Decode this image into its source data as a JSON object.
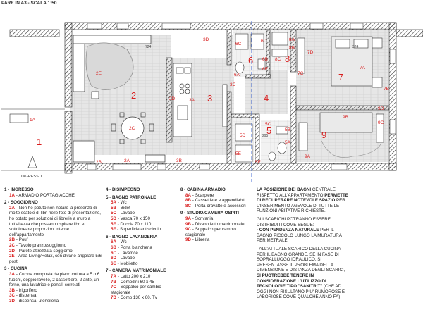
{
  "header": "PARE IN A3 - SCALA 1:50",
  "rooms": {
    "r1": "1",
    "r2": "2",
    "r3": "3",
    "r4": "4",
    "r5": "5",
    "r6": "6",
    "r7": "7",
    "r8": "8",
    "r9": "9"
  },
  "codes": {
    "1A": "1A",
    "2A": "2A",
    "2B": "2B",
    "2C": "2C",
    "2D": "2D",
    "2E": "2E",
    "3A": "3A",
    "3B": "3B",
    "3C": "3C",
    "3D": "3D",
    "5A": "5A",
    "5B": "5B",
    "5C": "5C",
    "5D": "5D",
    "5E": "5E",
    "5F": "5F",
    "6A": "6A",
    "6B": "6B",
    "6C": "6C",
    "6D": "6D",
    "6E": "6E",
    "7A": "7A",
    "7B": "7B",
    "7C": "7C",
    "7D": "7D",
    "8A": "8A",
    "8B": "8B",
    "8C": "8C",
    "9A": "9A",
    "9B": "9B",
    "9C": "9C",
    "9D": "9D"
  },
  "dims": {
    "d1": "724",
    "d2": "324",
    "d3": "295"
  },
  "ingresso_label": "INGRESSO",
  "legend": {
    "col1": [
      {
        "title": "1 - INGRESSO",
        "items": [
          {
            "code": "1A",
            "text": "- ARMADIO PORTAGIACCHE"
          }
        ]
      },
      {
        "title": "2 - SOGGIORNO",
        "items": [
          {
            "code": "2A",
            "text": "- Non ho potuto non notare la presenza di molte scatole di libri nelle foto di presentazione, ho optato per soluzioni di librerie a muro a tutt'altezza che possano ospitare libri e sottolineare proporzioni interne dell'appartamento"
          },
          {
            "code": "2B",
            "text": "- Pouf"
          },
          {
            "code": "2C",
            "text": "- Tavolo pranzo/soggiorno"
          },
          {
            "code": "2D",
            "text": "- Parete attrezzata soggiorno"
          },
          {
            "code": "2E",
            "text": "- Area Living/Relax, con divano angolare 5/6 posti"
          }
        ]
      },
      {
        "title": "3 - CUCINA",
        "items": [
          {
            "code": "3A",
            "text": "- Cucina composta da piano cottura a 5 o 6 fuochi, doppio lavello, 2 cassettiere, 2 ante, un forno, una lavatrice e pensili correlati"
          },
          {
            "code": "3B",
            "text": "- frigorifero"
          },
          {
            "code": "3C",
            "text": "- dispensa"
          },
          {
            "code": "3D",
            "text": "- dispensa, utensileria"
          }
        ]
      }
    ],
    "col2": [
      {
        "title": "4 - DISIMPEGNO",
        "items": []
      },
      {
        "title": "5 - BAGNO PATRONALE",
        "items": [
          {
            "code": "5A",
            "text": "- Wc"
          },
          {
            "code": "5B",
            "text": "- Bidet"
          },
          {
            "code": "5C",
            "text": "- Lavabo"
          },
          {
            "code": "5D",
            "text": "- Vasca 70 x 150"
          },
          {
            "code": "5E",
            "text": "- Doccia 70 x 110"
          },
          {
            "code": "5F",
            "text": "- Superficie antiscivolo"
          }
        ]
      },
      {
        "title": "6 - BAGNO LAVANDERIA",
        "items": [
          {
            "code": "6A",
            "text": "- Wc"
          },
          {
            "code": "6B",
            "text": "- Porta biancheria"
          },
          {
            "code": "6C",
            "text": "- Lavatrice"
          },
          {
            "code": "6D",
            "text": "- Lavabo"
          },
          {
            "code": "6E",
            "text": "- Mobiletto"
          }
        ]
      },
      {
        "title": "7 - CAMERA MATRIMONIALE",
        "items": [
          {
            "code": "7A",
            "text": "- Letto 200 x 210"
          },
          {
            "code": "7B",
            "text": "- Comodini  60 x 45"
          },
          {
            "code": "7C",
            "text": "- Soppalco per cambio stagionale"
          },
          {
            "code": "7D",
            "text": "- Como 130 x 60, Tv"
          }
        ]
      }
    ],
    "col3": [
      {
        "title": "8 - CABINA ARMADIO",
        "items": [
          {
            "code": "8A",
            "text": "- Scarpiere"
          },
          {
            "code": "8B",
            "text": "- Cassettiere e appendiabiti"
          },
          {
            "code": "8C",
            "text": "- Porta-cravatte e accessori"
          }
        ]
      },
      {
        "title": "9 - STUDIO/CAMERA OSPITI",
        "items": [
          {
            "code": "9A",
            "text": "- Scrivania"
          },
          {
            "code": "9B",
            "text": "- Divano letto matrimoniale"
          },
          {
            "code": "9C",
            "text": "- Soppalco per cambio stagionale"
          },
          {
            "code": "9D",
            "text": "- Libreria"
          }
        ]
      }
    ],
    "note": {
      "p1_bold": "LA POSIZIONE DEI BAGNI",
      "p1_a": " CENTRALE RISPETTO ALL'APPARTAMENTO ",
      "p1_bold2": "PERMETTE DI RECUPERARE NOTEVOLE SPAZIO",
      "p1_b": " PER L'INSERIMENTO AGEVOLE DI TUTTE LE FUNZIONI ABITATIVE RICHIESTE.",
      "p2_a": "GLI SCARICHI POTRANNO ESSERE DISTRIBUITI COME SEGUE:",
      "p2_bold": "- CON PENDENZA NATURALE",
      "p2_b": " PER IL BAGNO PICCOLO LUNGO LA MURATURA PERIMETRALE",
      "p3_a": "- ALL'ATTUALE SCARICO DELLA CUCINA PER IL BAGNO GRANDE, SE IN FASE DI SOPRALLUOGO IDRAULICO, SI PRESENTASSE IL PROBLEMA DELLA DIMENSIONE E DISTANZA DEGLI SCARICI, ",
      "p3_bold": "SI PUOTREBBE TENERE IN CONSIDERAZIONE L'UTILIZZO DI TECNOLOGIE TIPO \"SANITRIT\"",
      "p3_b": " (CHE AD OGGI NON RISULTANO PIU' RUMOROSE E LABORIOSE COME QUALCHE ANNO FA)"
    }
  }
}
